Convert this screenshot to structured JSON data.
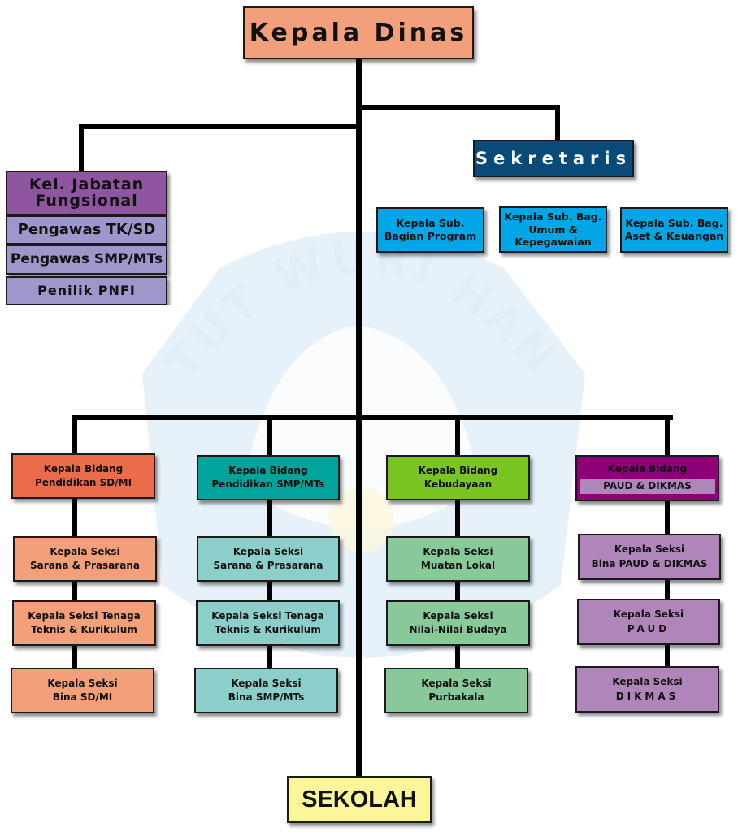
{
  "watermark": {
    "text": "TUT WURI HANDAYANI",
    "color": "#dcecf8"
  },
  "colors": {
    "lines": "#000000",
    "kepala_dinas": "#f2a07b",
    "sekretaris": "#0a4a78",
    "sub_bagian": "#00a6e6",
    "jabatan_fungsional_head": "#8e56a0",
    "jabatan_fungsional_item": "#9d97cc",
    "bidang_sd_head": "#eb6c4a",
    "bidang_sd_item": "#f3a07a",
    "bidang_smp_head": "#00a49a",
    "bidang_smp_item": "#8ccfca",
    "bidang_budaya_head": "#7ac521",
    "bidang_budaya_item": "#88c999",
    "bidang_paud_head": "#8e0077",
    "bidang_paud_item": "#b085b9",
    "sekolah": "#fdf59a"
  },
  "kepala_dinas": "Kepala Dinas",
  "sekretaris": "Sekretaris",
  "sub_bagian": [
    {
      "line1": "Kepala Sub.",
      "line2": "Bagian Program",
      "line3": ""
    },
    {
      "line1": "Kepala Sub. Bag.",
      "line2": "Umum &",
      "line3": "Kepegawaian"
    },
    {
      "line1": "Kepala Sub. Bag.",
      "line2": "Aset & Keuangan",
      "line3": ""
    }
  ],
  "jabatan_fungsional": {
    "title_line1": "Kel. Jabatan",
    "title_line2": "Fungsional",
    "items": [
      "Pengawas TK/SD",
      "Pengawas SMP/MTs",
      "Penilik PNFI"
    ]
  },
  "bidang": [
    {
      "head_line1": "Kepala Bidang",
      "head_line2": "Pendidikan SD/MI",
      "seksi": [
        {
          "line1": "Kepala Seksi",
          "line2": "Sarana & Prasarana"
        },
        {
          "line1": "Kepala Seksi Tenaga",
          "line2": "Teknis & Kurikulum"
        },
        {
          "line1": "Kepala Seksi",
          "line2": "Bina SD/MI"
        }
      ]
    },
    {
      "head_line1": "Kepala Bidang",
      "head_line2": "Pendidikan SMP/MTs",
      "seksi": [
        {
          "line1": "Kepala Seksi",
          "line2": "Sarana & Prasarana"
        },
        {
          "line1": "Kepala Seksi Tenaga",
          "line2": "Teknis & Kurikulum"
        },
        {
          "line1": "Kepala Seksi",
          "line2": "Bina SMP/MTs"
        }
      ]
    },
    {
      "head_line1": "Kepala Bidang",
      "head_line2": "Kebudayaan",
      "seksi": [
        {
          "line1": "Kepala Seksi",
          "line2": "Muatan Lokal"
        },
        {
          "line1": "Kepala Seksi",
          "line2": "Nilai-Nilai Budaya"
        },
        {
          "line1": "Kepala Seksi",
          "line2": "Purbakala"
        }
      ]
    },
    {
      "head_line1": "Kepala Bidang",
      "head_line2": "PAUD & DIKMAS",
      "seksi": [
        {
          "line1": "Kepala Seksi",
          "line2": "Bina PAUD & DIKMAS"
        },
        {
          "line1": "Kepala Seksi",
          "line2": "PAUD"
        },
        {
          "line1": "Kepala Seksi",
          "line2": "DIKMAS"
        }
      ]
    }
  ],
  "sekolah": "SEKOLAH"
}
